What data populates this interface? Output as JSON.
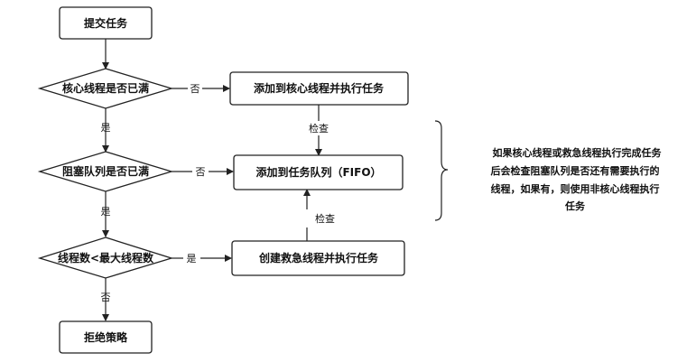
{
  "nodes": {
    "submit": "提交任务",
    "core_full": "核心线程是否已满",
    "add_core": "添加到核心线程并执行任务",
    "queue_full": "阻塞队列是否已满",
    "add_queue": "添加到任务队列（FIFO）",
    "max_check": "线程数<最大线程数",
    "create_emergency": "创建救急线程并执行任务",
    "reject": "拒绝策略"
  },
  "edges": {
    "no": "否",
    "yes": "是",
    "check": "检查"
  },
  "note": {
    "lines": [
      "如果核心线程或救急线程执行完成任务",
      "后会检查阻塞队列是否还有需要执行的",
      "线程，如果有，则使用非核心线程执行",
      "任务"
    ]
  }
}
